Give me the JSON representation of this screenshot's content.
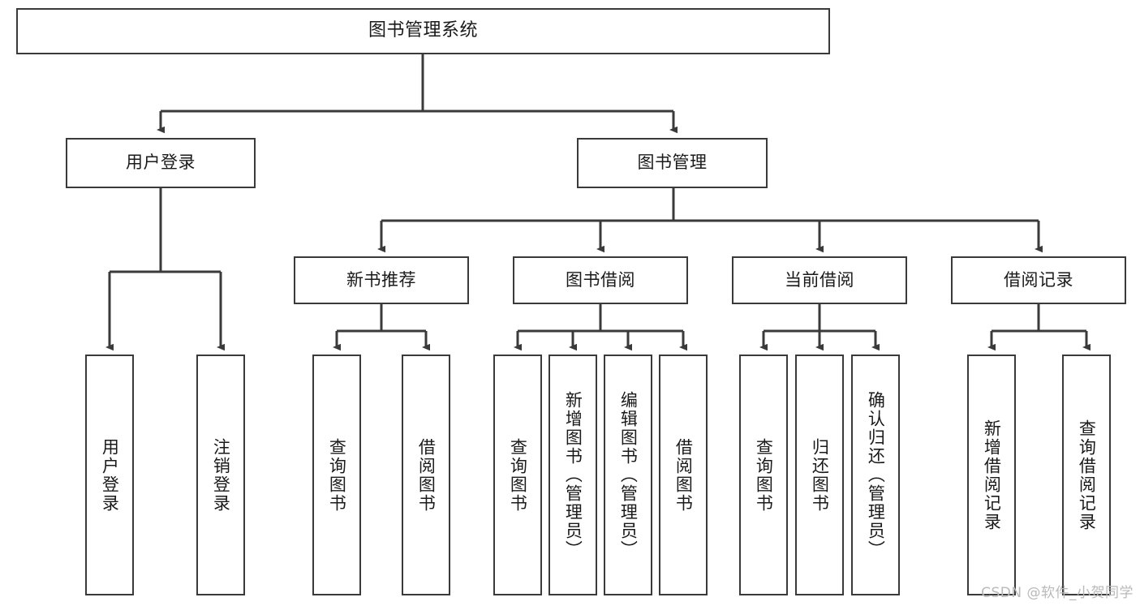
{
  "diagram": {
    "title": "图书管理系统",
    "type": "tree-hierarchy-chart",
    "stroke_color": "#3a3a3a",
    "text_color": "#1a1a1a",
    "background_color": "#ffffff",
    "watermark": "CSDN @软件_小贺同学",
    "levels": {
      "root": "图书管理系统",
      "level2": [
        "用户登录",
        "图书管理"
      ],
      "level3": [
        "新书推荐",
        "图书借阅",
        "当前借阅",
        "借阅记录"
      ]
    },
    "nodes": {
      "root": {
        "label": "图书管理系统"
      },
      "user_login": {
        "label": "用户登录"
      },
      "book_manage": {
        "label": "图书管理"
      },
      "new_book_rec": {
        "label": "新书推荐"
      },
      "book_borrow": {
        "label": "图书借阅"
      },
      "current_borrow": {
        "label": "当前借阅"
      },
      "borrow_record": {
        "label": "借阅记录"
      },
      "leaf_user_login": {
        "label": "用户登录"
      },
      "leaf_user_logout": {
        "label": "注销登录"
      },
      "leaf_rec_query_book": {
        "label": "查询图书"
      },
      "leaf_rec_borrow_book": {
        "label": "借阅图书"
      },
      "leaf_borrow_query_book": {
        "label": "查询图书"
      },
      "leaf_borrow_add_book": {
        "label": "新增图书（管理员）"
      },
      "leaf_borrow_edit_book": {
        "label": "编辑图书（管理员）"
      },
      "leaf_borrow_borrow_book": {
        "label": "借阅图书"
      },
      "leaf_cur_query_book": {
        "label": "查询图书"
      },
      "leaf_cur_return_book": {
        "label": "归还图书"
      },
      "leaf_cur_confirm_return": {
        "label": "确认归还（管理员）"
      },
      "leaf_rec_add_record": {
        "label": "新增借阅记录"
      },
      "leaf_rec_query_record": {
        "label": "查询借阅记录"
      }
    }
  }
}
